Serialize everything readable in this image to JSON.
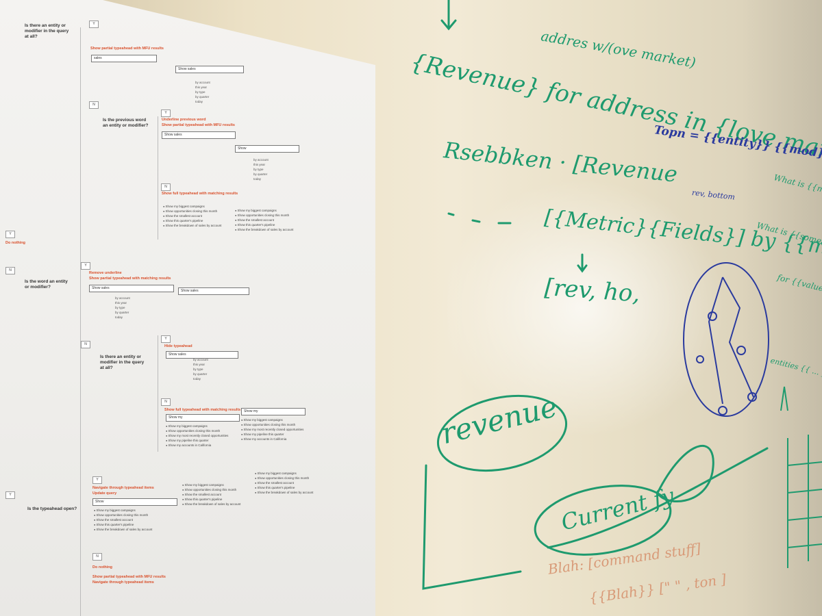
{
  "paper": {
    "questions": [
      "Is there an entity or modifier in the query at all?",
      "Is the previous word an entity or modifier?",
      "Is the word an entity or modifier?",
      "Is there an entity or modifier in the query at all?",
      "Is the typeahead open?"
    ],
    "actions": [
      "Show partial typeahead with MFU results",
      "Underline previous word",
      "Show partial typeahead with MFU results",
      "Show full typeahead with matching results",
      "Do nothing",
      "Remove underline",
      "Show partial typeahead with matching results",
      "Hide typeahead",
      "Show full typeahead with matching results",
      "Navigate through typeahead items",
      "Update query",
      "Do nothing",
      "Show partial typeahead with MFU results",
      "Navigate through typeahead items"
    ],
    "search_values": [
      "sales",
      "Show sales",
      "Show sales",
      "Show",
      "Show sales",
      "Show sales",
      "Show sales",
      "Show my",
      "Show my",
      "Show"
    ],
    "suggest_list": [
      "by account",
      "this year",
      "by type",
      "by quarter",
      "today"
    ],
    "options_a": [
      "Show my biggest campaigns",
      "Show opportunities closing this month",
      "Show the smallest account",
      "Show this quarter's pipeline",
      "Show the breakdown of sales by account"
    ],
    "options_b": [
      "Show my biggest campaigns",
      "Show opportunities closing this month",
      "Show my most recently closed opportunities",
      "Show my pipeline this quarter",
      "Show my accounts in California"
    ],
    "yes": "Y",
    "no": "N"
  },
  "whiteboard": {
    "texts": [
      "addres w/(ove market)",
      "{Revenue} for address in {love market}",
      "Topn = {{entity}} {{mod}}",
      "Rsebbken · [Revenue",
      "[{Metric}{Fields}] by {{mod}}",
      "[rev, ho,",
      "rev, bottom",
      "revenue",
      "Current fy",
      "Blah: [command stuff]",
      "{{Blah}} [\" \" , ton ]",
      "What is {{some(...)}}",
      "What is {{measure}}",
      "for {{value}}",
      "entities {{ ... }}"
    ]
  },
  "colors": {
    "marker_green": "#1e9a6e",
    "marker_blue": "#2a3a9e",
    "marker_orange": "#d89a78",
    "paper_red": "#d9502c"
  }
}
